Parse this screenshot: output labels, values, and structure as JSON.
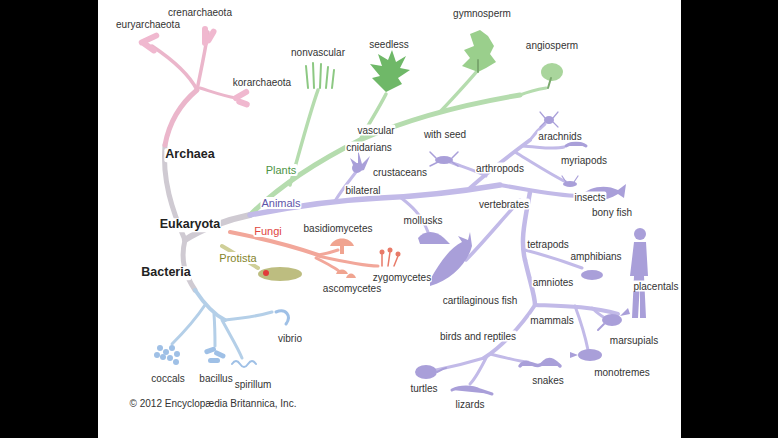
{
  "diagram": {
    "labels": [
      "euryarchaeota",
      "crenarchaeota",
      "korarchaeota",
      "Archaea",
      "nonvascular",
      "seedless",
      "gymnosperm",
      "angiosperm",
      "vascular",
      "Plants",
      "with seed",
      "arachnids",
      "cnidarians",
      "crustaceans",
      "myriapods",
      "insects",
      "Animals",
      "arthropods",
      "vertebrates",
      "bilateral",
      "Eukaryota",
      "bony fish",
      "basidiomycetes",
      "Fungi",
      "mollusks",
      "zygomycetes",
      "tetrapods",
      "amphibians",
      "Protista",
      "Bacteria",
      "ascomycetes",
      "placentals",
      "amniotes",
      "cartilaginous fish",
      "mammals",
      "marsupials",
      "birds and reptiles",
      "vibrio",
      "coccals",
      "bacillus",
      "monotremes",
      "spirillum",
      "turtles",
      "lizards",
      "snakes",
      "© 2012 Encyclopædia Britannica, Inc."
    ]
  }
}
